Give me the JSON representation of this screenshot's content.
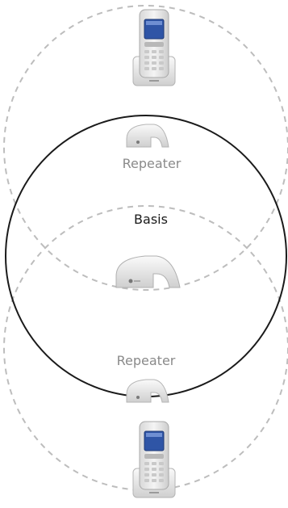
{
  "labels": {
    "basis": "Basis",
    "repeater_top": "Repeater",
    "repeater_bottom": "Repeater"
  },
  "icons": {
    "basis": "base-station-icon",
    "repeater": "repeater-icon",
    "handset": "cordless-phone-icon"
  },
  "colors": {
    "basis_range": "#1a1a1a",
    "repeater_range": "#bdbdbd",
    "device_body": "#e9e9e9",
    "screen": "#2f55a6"
  }
}
